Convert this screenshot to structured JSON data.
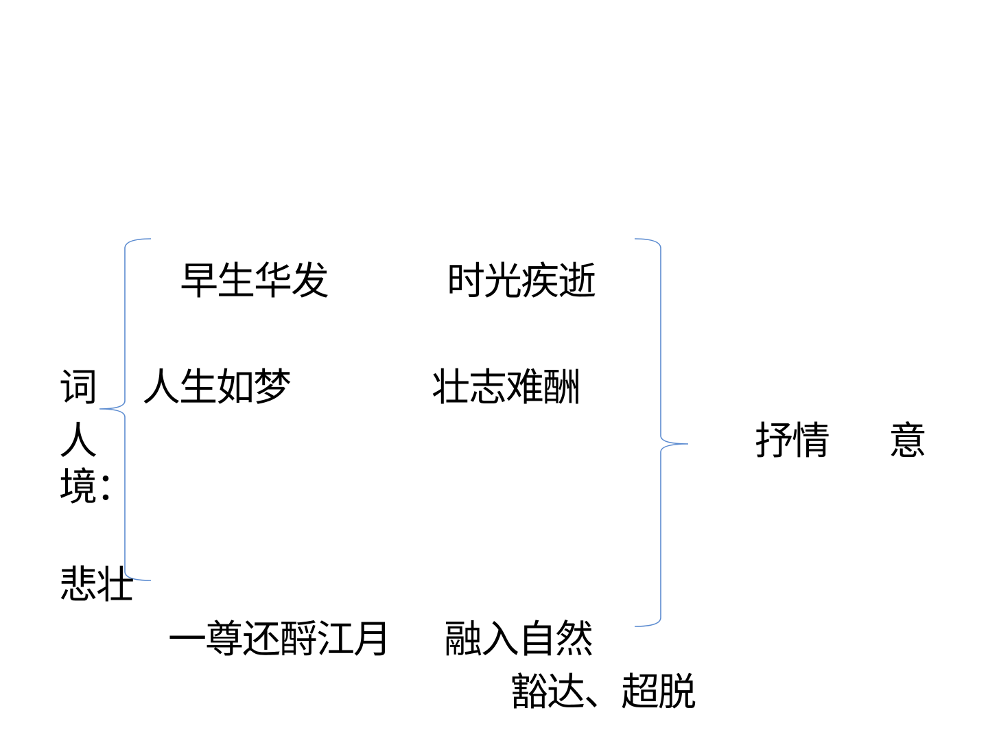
{
  "left_label": {
    "line1": "词",
    "line2": "人",
    "line3": "境：",
    "line4": "悲壮"
  },
  "items": {
    "a": "早生华发",
    "b": "时光疾逝",
    "c": "人生如梦",
    "d": "壮志难酬",
    "e": "一尊还酹江月",
    "f": "融入自然"
  },
  "conclusion": "豁达、超脱",
  "right_label": {
    "part1": "抒情",
    "part2": "意"
  },
  "colors": {
    "brace": "#5b8bd0",
    "text": "#000000"
  }
}
